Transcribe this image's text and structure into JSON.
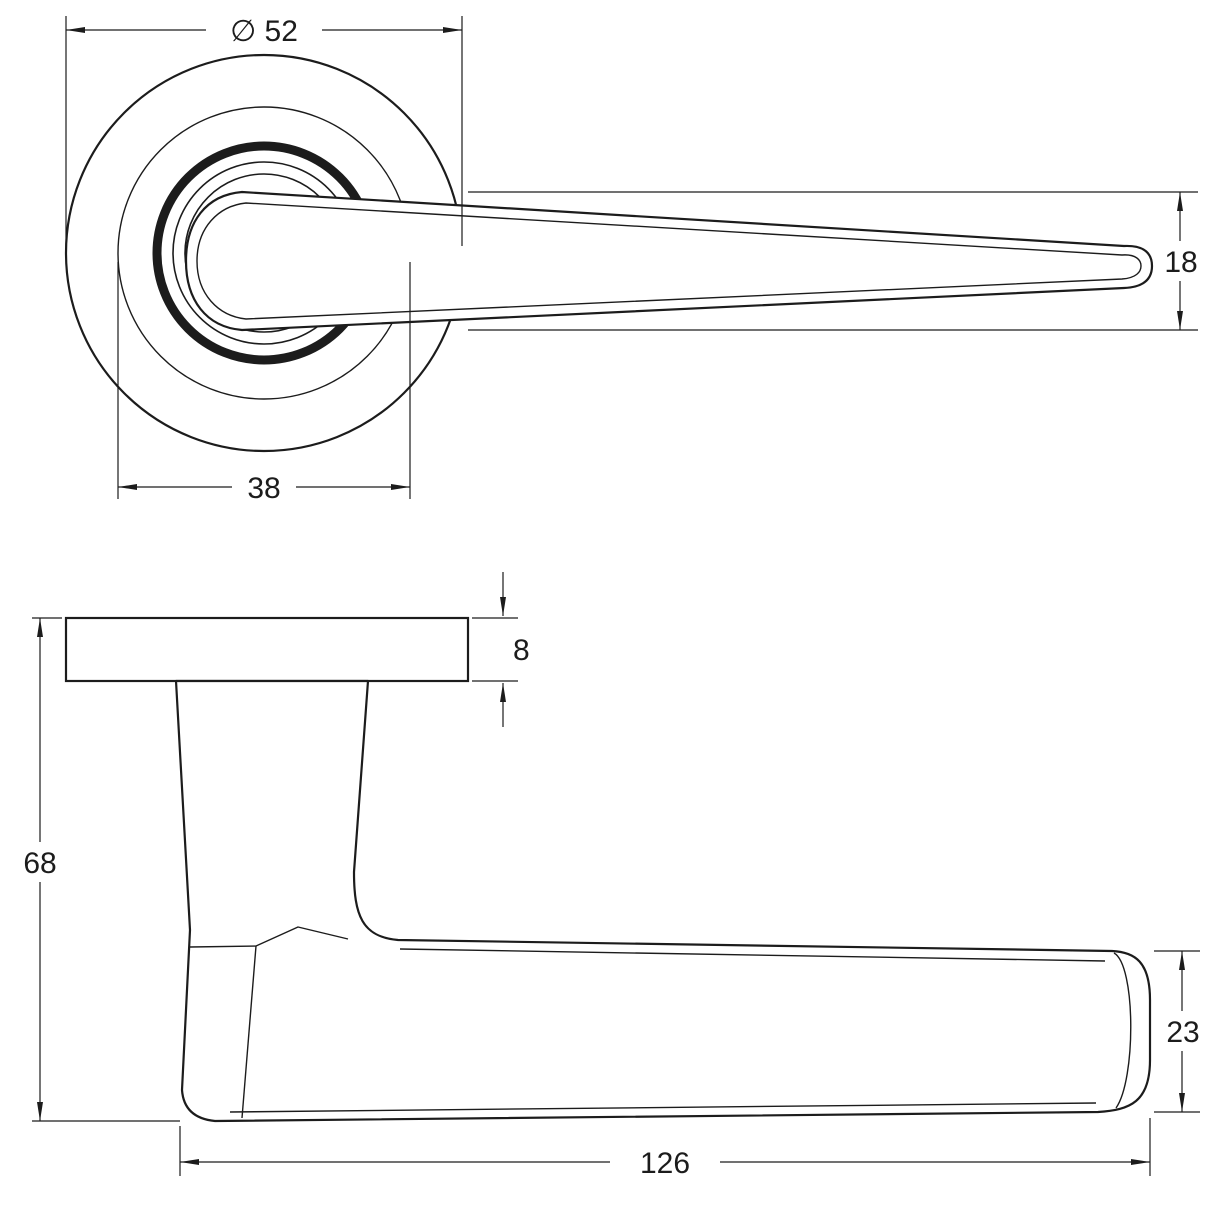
{
  "drawing": {
    "kind": "door-lever-handle-technical-drawing",
    "colors": {
      "line": "#1c1c1c",
      "background": "#ffffff"
    },
    "dimensions": {
      "rose_diameter": "∅ 52",
      "rose_inner": "38",
      "lever_section": "18",
      "rose_thickness": "8",
      "overall_height": "68",
      "lever_depth": "23",
      "lever_length": "126"
    }
  }
}
